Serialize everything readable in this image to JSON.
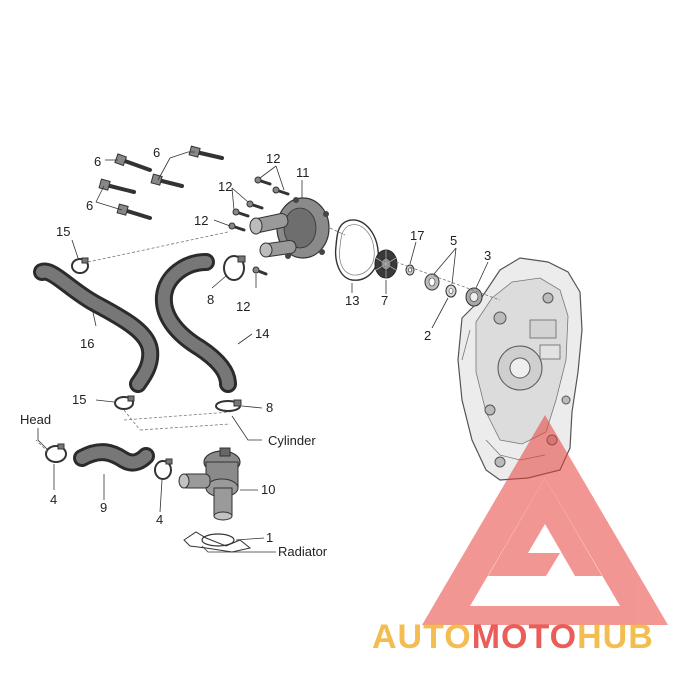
{
  "labels": {
    "l1": "1",
    "l2": "2",
    "l3": "3",
    "l4a": "4",
    "l4b": "4",
    "l5": "5",
    "l6a": "6",
    "l6b": "6",
    "l6c": "6",
    "l7": "7",
    "l8a": "8",
    "l8b": "8",
    "l9": "9",
    "l10": "10",
    "l11": "11",
    "l12a": "12",
    "l12b": "12",
    "l12c": "12",
    "l12d": "12",
    "l13": "13",
    "l14": "14",
    "l15a": "15",
    "l15b": "15",
    "l16": "16",
    "l17": "17"
  },
  "words": {
    "head": "Head",
    "cylinder": "Cylinder",
    "radiator": "Radiator"
  },
  "watermark": {
    "text_part1": "AUTO",
    "text_part2": "MOTO",
    "text_part3": "HUB",
    "color_red": "#e8413c",
    "color_yellow": "#f2b233"
  }
}
